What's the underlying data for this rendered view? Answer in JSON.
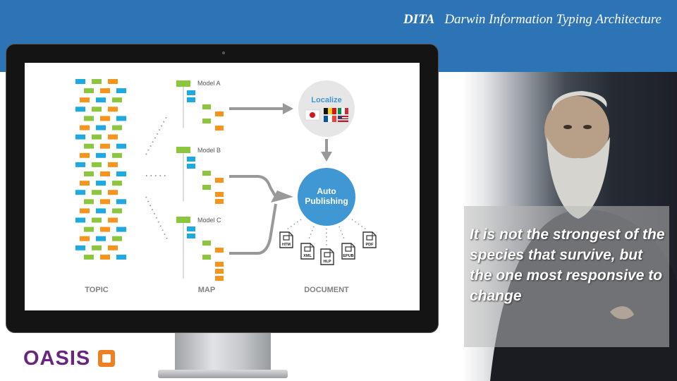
{
  "header": {
    "acronym": "DITA",
    "title": "Darwin Information Typing Architecture"
  },
  "quote": {
    "text": "It is not the strongest of the species that survive, but the one most responsive to change"
  },
  "diagram": {
    "columns": {
      "topic": "TOPIC",
      "map": "MAP",
      "document": "DOCUMENT"
    },
    "models": [
      "Model A",
      "Model B",
      "Model C"
    ],
    "localize_label": "Localize",
    "publishing_label": [
      "Auto",
      "Publishing"
    ],
    "outputs": [
      "HTM",
      "XML",
      "HLP",
      "EPUB",
      "PDF"
    ],
    "colors": {
      "blue": "#1fa9e1",
      "green": "#8cc63f",
      "orange": "#f7941d",
      "circle_grey": "#e6e6e6",
      "circle_blue": "#3f97d3",
      "arrow": "#999999"
    }
  },
  "logo": {
    "text": "OASIS"
  },
  "colors": {
    "header": "#2d74b7",
    "logo": "#68267f",
    "logo_mark": "#ef8022"
  }
}
